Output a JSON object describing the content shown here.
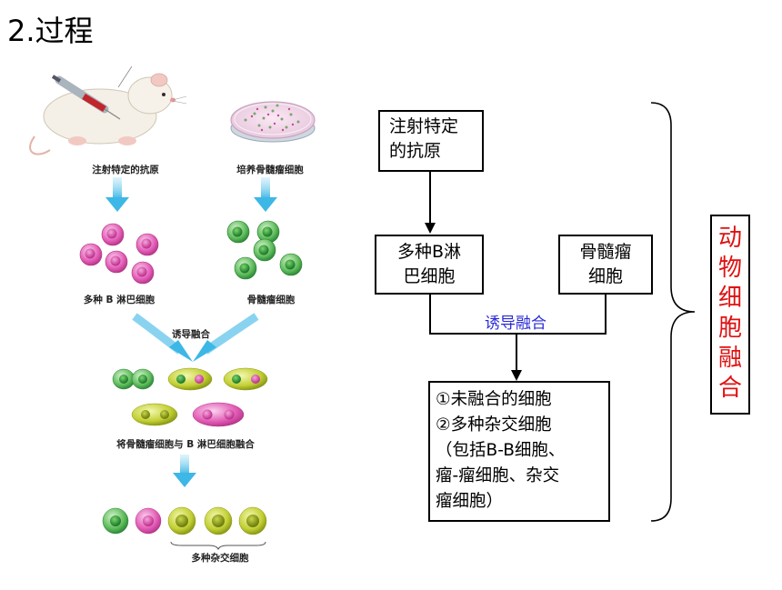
{
  "title": "2.过程",
  "illustration": {
    "labels": {
      "inject": "注射特定的抗原",
      "culture": "培养骨髓瘤细胞",
      "b_cells": "多种 B 淋巴细胞",
      "myeloma": "骨髓瘤细胞",
      "induce": "诱导融合",
      "fusing": "将骨髓瘤细胞与 B 淋巴细胞融合",
      "hybrids": "多种杂交细胞"
    },
    "colors": {
      "pink": "#e25bb5",
      "green": "#43a64a",
      "yellow_green": "#b8c82a",
      "arrow": "#6cc8ec"
    }
  },
  "flowchart": {
    "antigen": [
      "注射特定",
      "的抗原"
    ],
    "b_cells": [
      "多种B淋",
      "巴细胞"
    ],
    "myeloma": [
      "骨髓瘤",
      "细胞"
    ],
    "fusion_label": "诱导融合",
    "result": [
      "①未融合的细胞",
      "②多种杂交细胞",
      "（包括B-B细胞、",
      "瘤-瘤细胞、杂交",
      "瘤细胞）"
    ]
  },
  "category": [
    "动",
    "物",
    "细",
    "胞",
    "融",
    "合"
  ]
}
